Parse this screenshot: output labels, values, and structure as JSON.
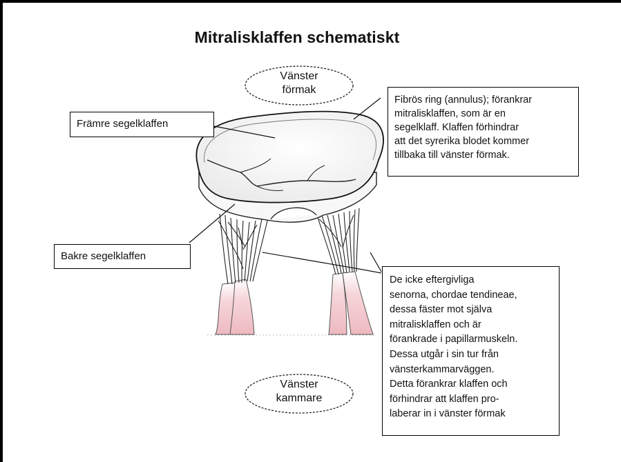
{
  "title": "Mitralisklaffen schematiskt",
  "labels": {
    "left_atrium": [
      "Vänster",
      "förmak"
    ],
    "left_ventricle": [
      "Vänster",
      "kammare"
    ],
    "anterior_leaflet": "Främre segelklaffen",
    "posterior_leaflet": "Bakre segelklaffen",
    "annulus_note": [
      "Fibrös ring (annulus); förankrar",
      "mitralisklaffen, som är en",
      "segelklaff. Klaffen förhindrar",
      "att det syrerika blodet kommer",
      "tillbaka till vänster förmak."
    ],
    "chordae_note": [
      "De icke eftergivliga",
      "senorna, chordae tendineae,",
      "dessa fäster mot själva",
      "mitralisklaffen och är",
      "förankrade i papillarmuskeln.",
      "Dessa utgår i sin tur från",
      "vänsterkammarväggen.",
      "Detta förankrar klaffen och",
      "förhindrar att klaffen pro-",
      "laberar in i vänster förmak"
    ]
  },
  "colors": {
    "frame": "#000000",
    "muscle": "#f2c6cc",
    "valve_fill": "#f4f4f4",
    "ink": "#111111"
  }
}
